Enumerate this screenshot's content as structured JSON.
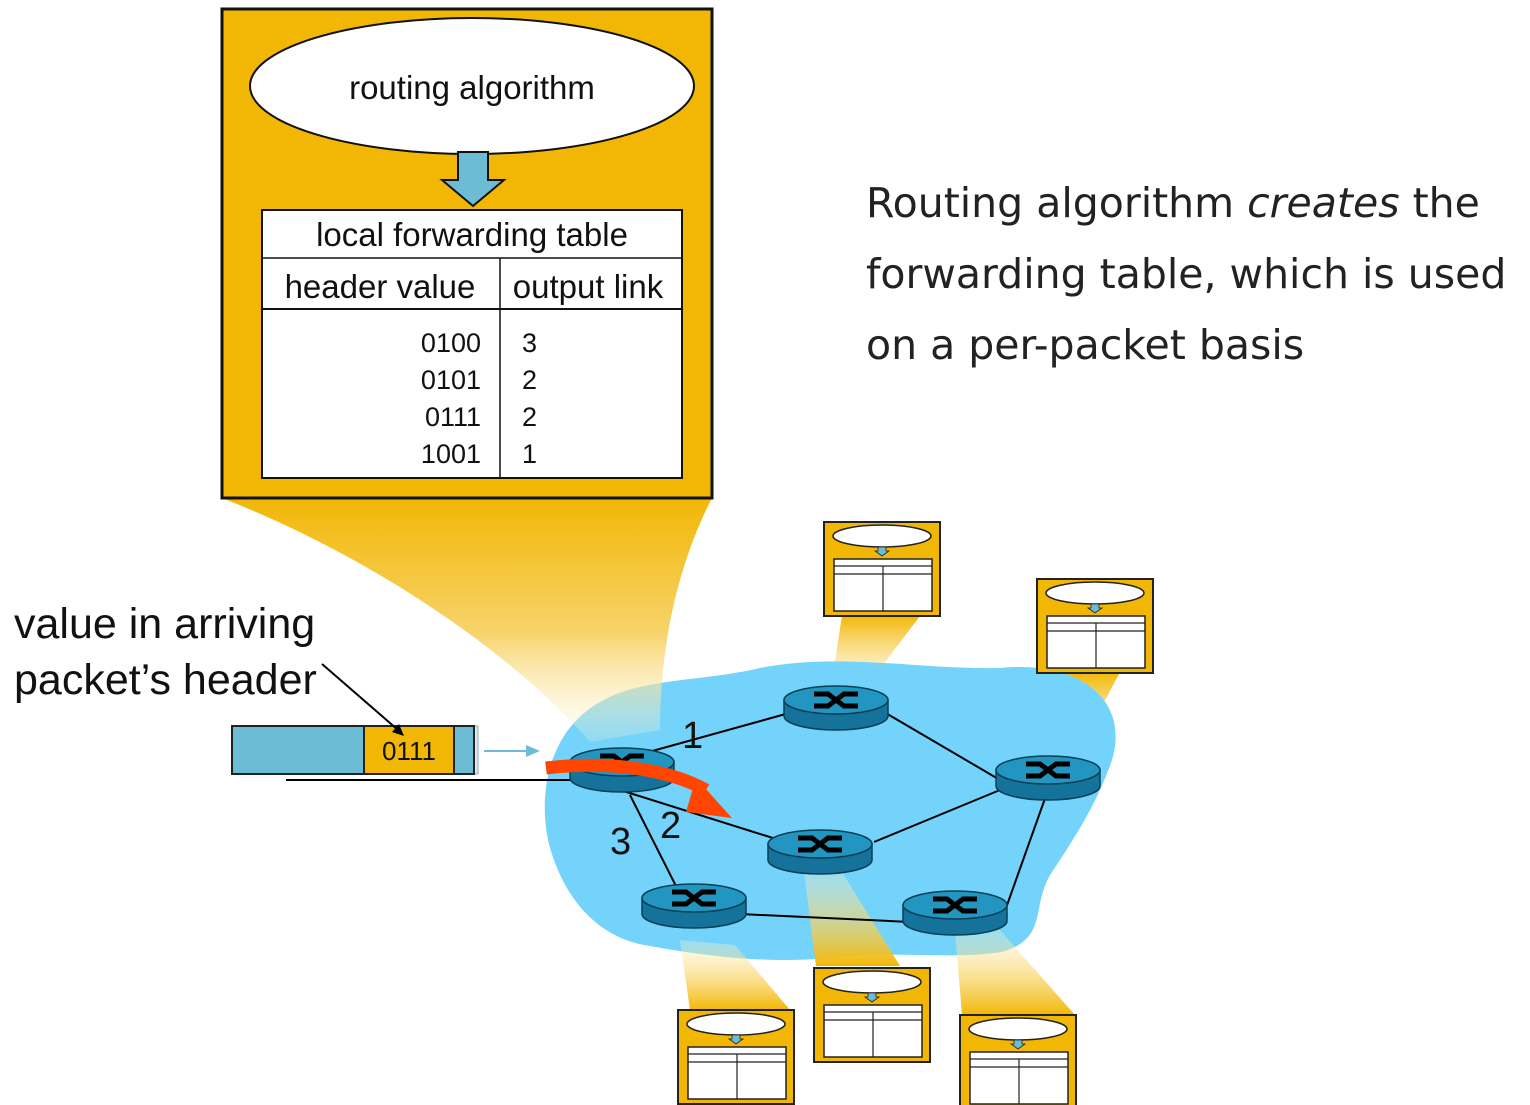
{
  "main_table": {
    "algorithm_label": "routing algorithm",
    "title": "local forwarding table",
    "col_header": "header value",
    "col_output": "output link",
    "rows": [
      {
        "header": "0100",
        "link": "3"
      },
      {
        "header": "0101",
        "link": "2"
      },
      {
        "header": "0111",
        "link": "2"
      },
      {
        "header": "1001",
        "link": "1"
      }
    ]
  },
  "caption": {
    "part1": "Routing algorithm ",
    "emphasis": "creates",
    "part2": " the forwarding table, which is used on a per-packet basis"
  },
  "packet": {
    "label_line1": "value in arriving",
    "label_line2": "packet’s header",
    "header_value": "0111"
  },
  "links": {
    "l1": "1",
    "l2": "2",
    "l3": "3"
  },
  "colors": {
    "gold": "#F2B705",
    "cloud": "#74D3FA",
    "router": "#1C86AE",
    "packet_body": "#6DBCD6",
    "arrow": "#FF4500"
  }
}
